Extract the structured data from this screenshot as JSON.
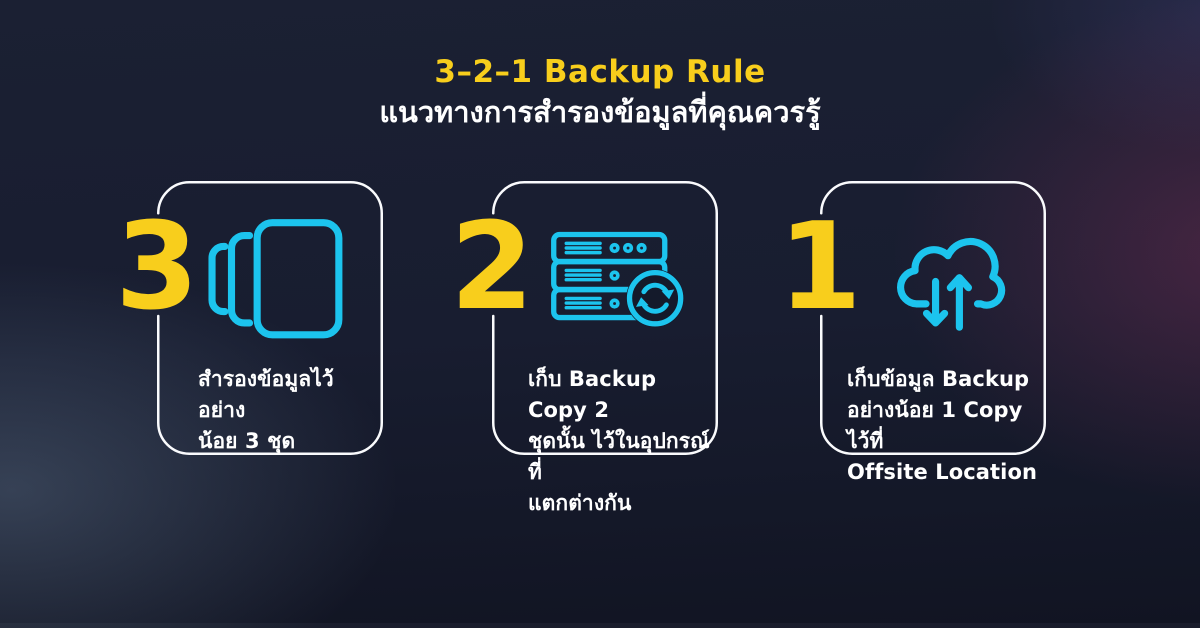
{
  "title": "3–2–1 Backup Rule",
  "subtitle": "แนวทางการสำรองข้อมูลที่คุณควรรู้",
  "colors": {
    "accent_yellow": "#F8CE1C",
    "accent_cyan": "#1CC4EE",
    "card_border": "#FAFBFD",
    "background_navy": "#181D30",
    "background_purple_tint": "#2D1B31",
    "text_white": "#FFFFFF"
  },
  "cards": [
    {
      "number": "3",
      "icon": "stacked-copies-icon",
      "lines": [
        "สำรองข้อมูลไว้อย่าง",
        "น้อย 3 ชุด"
      ]
    },
    {
      "number": "2",
      "icon": "backup-server-sync-icon",
      "lines": [
        "เก็บ Backup Copy 2",
        "ชุดนั้น ไว้ในอุปกรณ์ที่",
        "แตกต่างกัน"
      ]
    },
    {
      "number": "1",
      "icon": "cloud-transfer-icon",
      "lines": [
        "เก็บข้อมูล Backup",
        "อย่างน้อย 1 Copy ไว้ที่",
        "Offsite Location"
      ]
    }
  ]
}
